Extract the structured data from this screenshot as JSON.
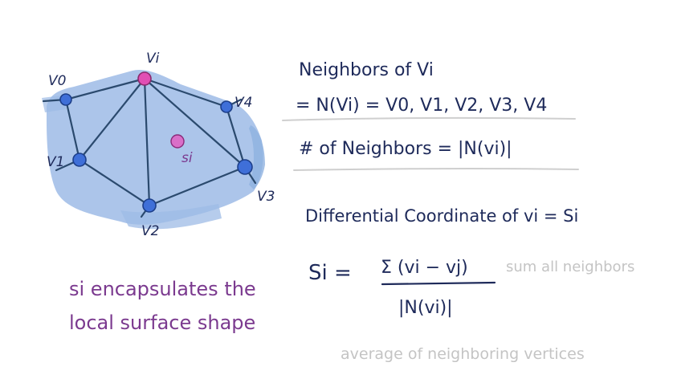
{
  "mesh": {
    "vertex_labels": {
      "vi": "Vi",
      "v0": "V0",
      "v1": "V1",
      "v2": "V2",
      "v3": "V3",
      "v4": "V4",
      "si": "si"
    },
    "colors": {
      "fill": "#9dbbe6",
      "edge": "#2b4a6e",
      "vertex": "#3f6fd8",
      "center_vertex": "#e14fb4",
      "centroid": "#d96fc8"
    }
  },
  "notes": {
    "neighbors_title": "Neighbors of Vi",
    "neighbors_set": "= N(Vi) = V0, V1, V2, V3, V4",
    "neighbor_count": "# of Neighbors = |N(vi)|",
    "differential_heading": "Differential Coordinate of vi = Si",
    "formula": {
      "lhs": "Si =",
      "numerator": "Σ (vi − vj)",
      "denominator": "|N(vi)|",
      "side_note": "sum all neighbors"
    },
    "average_note": "average of neighboring vertices",
    "caption_line1": "si encapsulates the",
    "caption_line2": "local surface shape"
  }
}
